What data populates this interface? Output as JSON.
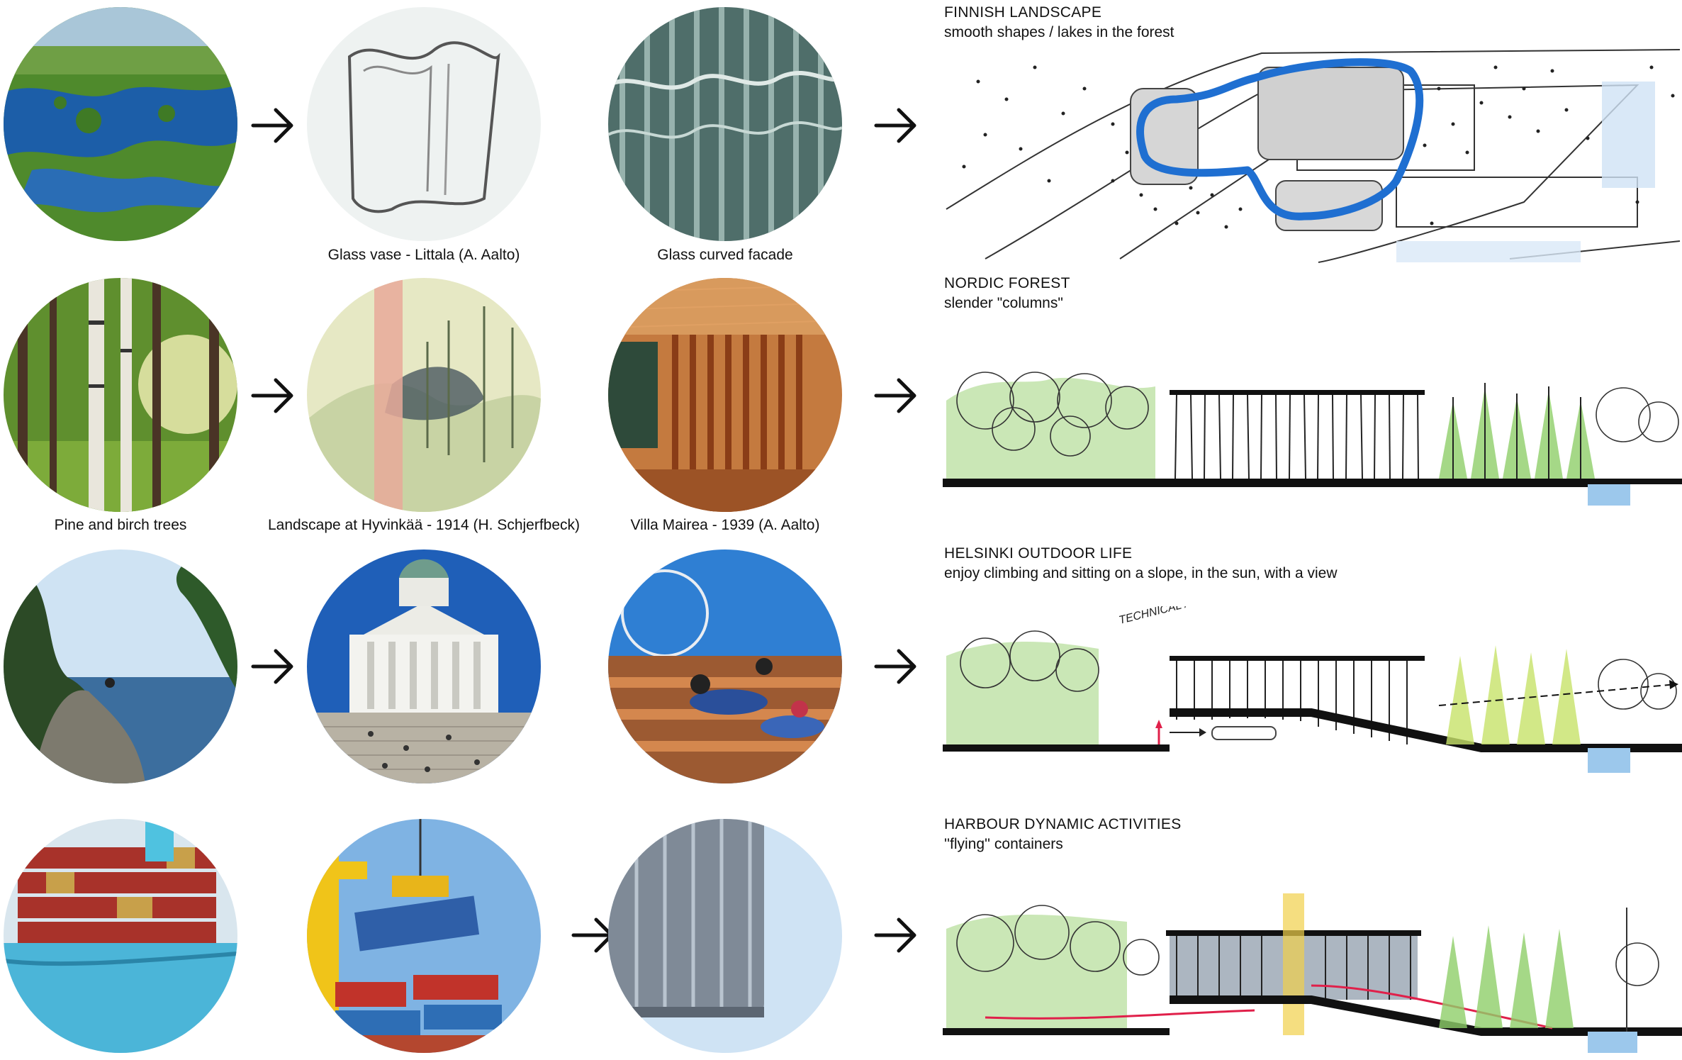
{
  "rows": [
    {
      "captions": [
        "",
        "Glass vase - Littala  (A. Aalto)",
        "Glass curved facade"
      ],
      "section_title": "FINNISH LANDSCAPE",
      "section_subtitle": "smooth shapes / lakes in the forest"
    },
    {
      "captions": [
        "Pine and birch trees",
        "Landscape at Hyvinkää - 1914 (H. Schjerfbeck)",
        "Villa Mairea - 1939 (A. Aalto)"
      ],
      "section_title": "NORDIC FOREST",
      "section_subtitle": "slender \"columns\""
    },
    {
      "captions": [
        "",
        "",
        ""
      ],
      "section_title": "HELSINKI OUTDOOR LIFE",
      "section_subtitle": "enjoy climbing and sitting on a slope, in the sun, with a view",
      "sketch_annotation": "TECHNICAL / SUPPORT FACILITIES"
    },
    {
      "captions": [
        "",
        "",
        ""
      ],
      "section_title": "HARBOUR DYNAMIC ACTIVITIES",
      "section_subtitle": "''flying'' containers"
    }
  ],
  "icons": {
    "arrow": "arrow-right-icon"
  },
  "colors": {
    "lake_blue": "#1f6fd1",
    "forest_green": "#7cc44a",
    "ink": "#111111",
    "accent_red": "#e0204a"
  }
}
